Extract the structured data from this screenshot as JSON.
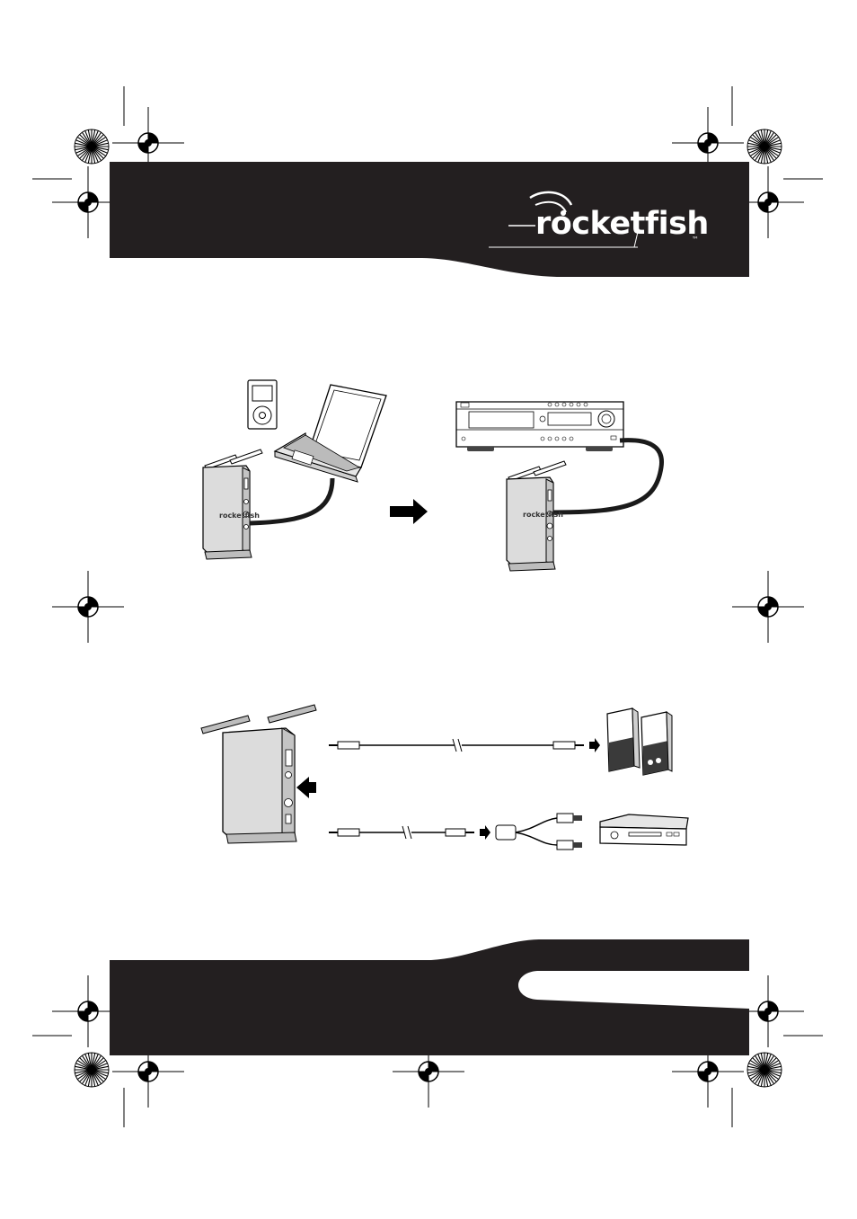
{
  "brand": {
    "logo_text": "rocketfish",
    "trademark": "™",
    "device_logo_text": "rocketfish"
  },
  "figures": {
    "top_left": [
      "mp3-player",
      "laptop",
      "wireless-transmitter"
    ],
    "top_right": [
      "av-receiver",
      "wireless-transmitter"
    ],
    "bottom": [
      "wireless-transmitter",
      "audio-cable",
      "rca-y-adapter",
      "computer-speakers",
      "dvd-player"
    ]
  },
  "colors": {
    "banner": "#231f20",
    "device": "#dcdcdc",
    "line": "#1a1a1a"
  }
}
